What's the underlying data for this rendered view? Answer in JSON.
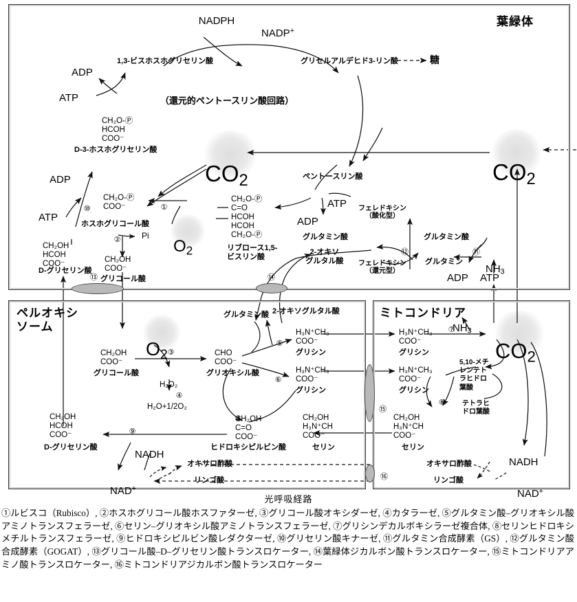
{
  "figure": {
    "title": "光呼吸経路",
    "legend": "①ルビスコ（Rubisco）, ②ホスホグリコール酸ホスファターゼ, ③グリコール酸オキシダーゼ, ④カタラーゼ, ⑤グルタミン酸–グリオキシル酸アミノトランスフェラーゼ, ⑥セリン–グリオキシル酸アミノトランスフェラーゼ, ⑦グリシンデカルボキシラーゼ複合体, ⑧セリンヒドロキシメチルトランスフェラーゼ, ⑨ヒドロキシピルビン酸レダクターゼ, ⑩グリセリン酸キナーゼ, ⑪グルタミン合成酵素（GS）, ⑫グルタミン酸合成酵素（GOGAT）, ⑬グリコール酸–D–グリセリン酸トランスロケーター, ⑭葉緑体ジカルボン酸トランスロケーター, ⑮ミトコンドリアアミノ酸トランスロケーター, ⑯ミトコンドリアジカルボン酸トランスロケーター"
  },
  "compartments": {
    "chloroplast": "葉緑体",
    "peroxisome": "ペルオキシ\nソーム",
    "mitochondrion": "ミトコンドリア"
  },
  "chloroplast": {
    "cycle_label": "（還元的ペントースリン酸回路）",
    "nadph": "NADPH",
    "nadp_plus": "NADP",
    "nadp_plus_sup": "+",
    "bpg": "1,3-ビスホスホグリセリン酸",
    "gap": "グリセルアルデヒド3-リン酸",
    "sugar": "糖",
    "adp_top": "ADP",
    "atp_top": "ATP",
    "pga_formula": "CH₂O-Ⓟ\nHCOH\nCOO⁻",
    "pga_name": "D-3-ホスホグリセリン酸",
    "adp_left": "ADP",
    "atp_left": "ATP",
    "co2_center": "CO",
    "co2_center_sub": "2",
    "o2_center": "O",
    "o2_center_sub": "2",
    "pg_formula": "CH₂O-Ⓟ\nCOO⁻",
    "pg_name": "ホスホグリコール酸",
    "pi": "Pi",
    "glycolate_formula": "CH₂OH\nCOO⁻",
    "glycolate_name": "グリコール酸",
    "glycerate_formula": "CH₂OH\nHCOH\nCOO⁻",
    "glycerate_name": "D-グリセリン酸",
    "rubp_formula": "CH₂O-Ⓟ\nC=O\nHCOH\nHCOH\nCH₂O-Ⓟ",
    "rubp_name": "リブロース1,5-\nビスリン酸",
    "pentose_p": "ペントースリン酸",
    "atp_rubp": "ATP",
    "adp_rubp": "ADP",
    "fd_ox": "フェレドキシン\n（酸化型）",
    "fd_red": "フェレドキシン\n（還元型）",
    "glu_gogat": "グルタミン酸",
    "gln_gogat": "グルタミン",
    "glu_in": "グルタミン酸",
    "oxoglutarate": "2-オキソ\nグルタル酸",
    "nh3": "NH",
    "nh3_sub": "3",
    "adp_gs": "ADP",
    "atp_gs": "ATP",
    "co2_right": "CO",
    "co2_right_sub": "2"
  },
  "peroxisome": {
    "o2": "O",
    "o2_sub": "2",
    "glycolate_formula": "CH₂OH\nCOO⁻",
    "glycolate_name": "グリコール酸",
    "h2o2": "H₂O₂",
    "h2o_half_o2": "H₂O+1/2O₂",
    "glyoxylate_formula": "CHO\nCOO⁻",
    "glyoxylate_name": "グリオキシル酸",
    "glutamate": "グルタミン酸",
    "oxoglutarate": "2-オキソグルタル酸",
    "glycine1_formula": "H₃N⁺CH₃\nCOO⁻",
    "glycine1_name": "グリシン",
    "glycine2_formula": "H₃N⁺CH₃\nCOO⁻",
    "glycine2_name": "グリシン",
    "serine_formula": "CH₂OH\nH₃N⁺CH\nCOO⁻",
    "serine_name": "セリン",
    "hydroxypyruvate_formula": "CH₂OH\nC=O\nCOO⁻",
    "hydroxypyruvate_name": "ヒドロキシピルビン酸",
    "glycerate_formula": "CH₂OH\nHCOH\nCOO⁻",
    "glycerate_name": "D-グリセリン酸",
    "nadh": "NADH",
    "nad_plus": "NAD",
    "nad_plus_sup": "+",
    "oxaloacetate": "オキサロ酢酸",
    "malate": "リンゴ酸"
  },
  "mitochondrion": {
    "glycine1_formula": "H₃N⁺CH₃\nCOO⁻",
    "glycine1_name": "グリシン",
    "glycine2_formula": "H₃N⁺CH₃\nCOO⁻",
    "glycine2_name": "グリシン",
    "nh3": "NH",
    "nh3_sub": "3",
    "co2": "CO",
    "co2_sub": "2",
    "methylene_thf": "5,10-メチ\nレンテト\nラヒドロ\n葉酸",
    "thf": "テトラヒ\nドロ葉酸",
    "serine_formula": "CH₂OH\nH₃N⁺CH\nCOO⁻",
    "serine_name": "セリン",
    "oxaloacetate": "オキサロ酢酸",
    "malate": "リンゴ酸",
    "nadh": "NADH",
    "nad_plus": "NAD",
    "nad_plus_sup": "+"
  },
  "enzymes": {
    "n1": "①",
    "n2": "②",
    "n3": "③",
    "n4": "④",
    "n5": "⑤",
    "n6": "⑥",
    "n7": "⑦",
    "n8": "⑧",
    "n9": "⑨",
    "n10": "⑩",
    "n11": "⑪",
    "n12": "⑫",
    "n13": "⑬",
    "n14": "⑭",
    "n15": "⑮",
    "n16": "⑯"
  },
  "colors": {
    "line": "#1a1a1a",
    "box_border": "#333333",
    "box_inner_shadow": "#cfcfcf",
    "translocator_fill": "#b9b9b9",
    "glow": "rgba(0,0,0,0.12)"
  }
}
